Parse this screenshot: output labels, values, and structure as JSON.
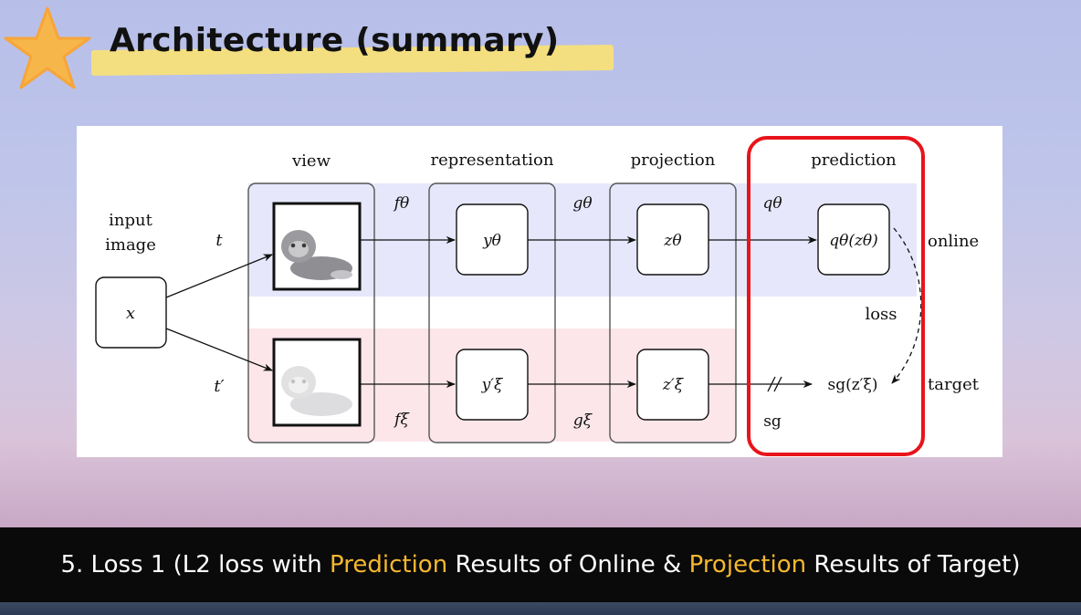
{
  "slide": {
    "title": "Architecture (summary)",
    "caption": {
      "prefix": "5. Loss 1 (L2 loss with ",
      "hl1": "Prediction",
      "mid": " Results of Online & ",
      "hl2": "Projection",
      "suffix": " Results of Target)"
    },
    "colors": {
      "highlight": "#f5b82e",
      "online_band": "#e6e7fb",
      "target_band": "#fce6ea",
      "focus_box": "#e8141b"
    }
  },
  "diagram": {
    "column_headers": {
      "view": "view",
      "representation": "representation",
      "projection": "projection",
      "prediction": "prediction"
    },
    "input_label_line1": "input",
    "input_label_line2": "image",
    "input_node": "x",
    "aug_online": "t",
    "aug_target": "t′",
    "f_online": "fθ",
    "f_target": "fξ",
    "g_online": "gθ",
    "g_target": "gξ",
    "q_online": "qθ",
    "y_online": "yθ",
    "y_target": "y′ξ",
    "z_online": "zθ",
    "z_target": "z′ξ",
    "pred_online": "qθ(zθ)",
    "pred_target": "sg(z′ξ)",
    "sg_label": "sg",
    "loss_label": "loss",
    "online_label": "online",
    "target_label": "target",
    "images": {
      "online_view": "kitten-photo",
      "target_view": "kitten-photo-faded"
    }
  }
}
